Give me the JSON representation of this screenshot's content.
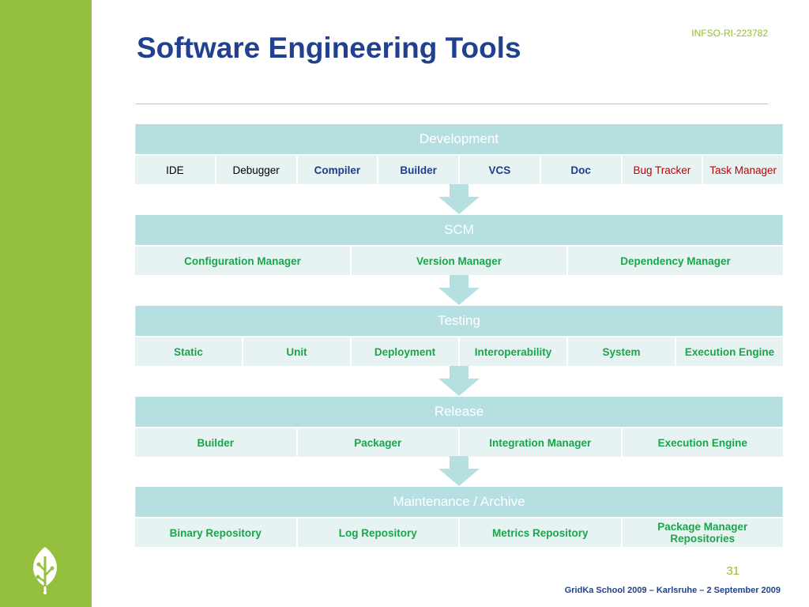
{
  "slide": {
    "title": "Software Engineering Tools",
    "ref": "INFSO-RI-223782",
    "page_number": "31",
    "footer": "GridKa School 2009 – Karlsruhe – 2 September 2009"
  },
  "sections": [
    {
      "header": "Development",
      "items": [
        {
          "label": "IDE",
          "color": "#000000"
        },
        {
          "label": "Debugger",
          "color": "#000000"
        },
        {
          "label": "Compiler",
          "color": "#1c3e8e"
        },
        {
          "label": "Builder",
          "color": "#1c3e8e"
        },
        {
          "label": "VCS",
          "color": "#1c3e8e"
        },
        {
          "label": "Doc",
          "color": "#1c3e8e"
        },
        {
          "label": "Bug Tracker",
          "color": "#c00000"
        },
        {
          "label": "Task Manager",
          "color": "#c00000"
        }
      ]
    },
    {
      "header": "SCM",
      "items": [
        {
          "label": "Configuration Manager"
        },
        {
          "label": "Version Manager"
        },
        {
          "label": "Dependency Manager"
        }
      ]
    },
    {
      "header": "Testing",
      "items": [
        {
          "label": "Static"
        },
        {
          "label": "Unit"
        },
        {
          "label": "Deployment"
        },
        {
          "label": "Interoperability"
        },
        {
          "label": "System"
        },
        {
          "label": "Execution Engine"
        }
      ]
    },
    {
      "header": "Release",
      "items": [
        {
          "label": "Builder"
        },
        {
          "label": "Packager"
        },
        {
          "label": "Integration Manager"
        },
        {
          "label": "Execution Engine"
        }
      ]
    },
    {
      "header": "Maintenance / Archive",
      "items": [
        {
          "label": "Binary Repository"
        },
        {
          "label": "Log Repository"
        },
        {
          "label": "Metrics Repository"
        },
        {
          "label": "Package Manager Repositories"
        }
      ]
    }
  ],
  "colors": {
    "sidebar": "#95c03d",
    "title": "#21418f",
    "header_fill": "#b6dfe1",
    "row_fill": "#e7f3f3",
    "item_default": "#1aa54a"
  },
  "icons": {
    "logo": "sprout-tree-icon",
    "flow_arrow": "down-arrow-icon"
  }
}
